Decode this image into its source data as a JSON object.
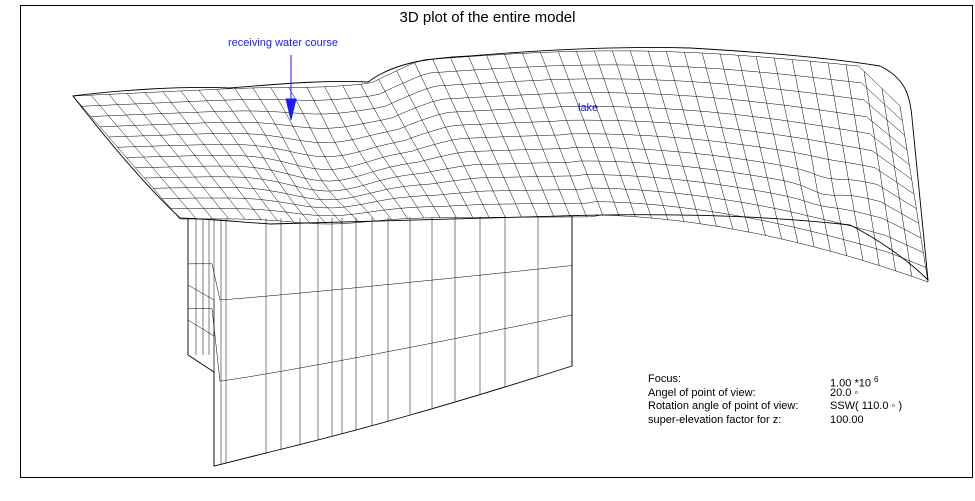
{
  "title": "3D plot of the entire model",
  "colors": {
    "annotation": "#1a1aff",
    "mesh": "#000000",
    "frame": "#000000",
    "background": "#ffffff"
  },
  "annotations": [
    {
      "id": "receiving-water-course",
      "text": "receiving water course"
    },
    {
      "id": "lake",
      "text": "lake"
    }
  ],
  "parameters": [
    {
      "label": "Focus:",
      "value": "1.00 *10",
      "exponent": "6"
    },
    {
      "label": "Angel of point of view:",
      "value": "20.0 ◦"
    },
    {
      "label": "Rotation angle of point of view:",
      "value": "SSW( 110.0 ◦ )"
    },
    {
      "label": "super-elevation factor for z:",
      "value": "100.00"
    }
  ]
}
